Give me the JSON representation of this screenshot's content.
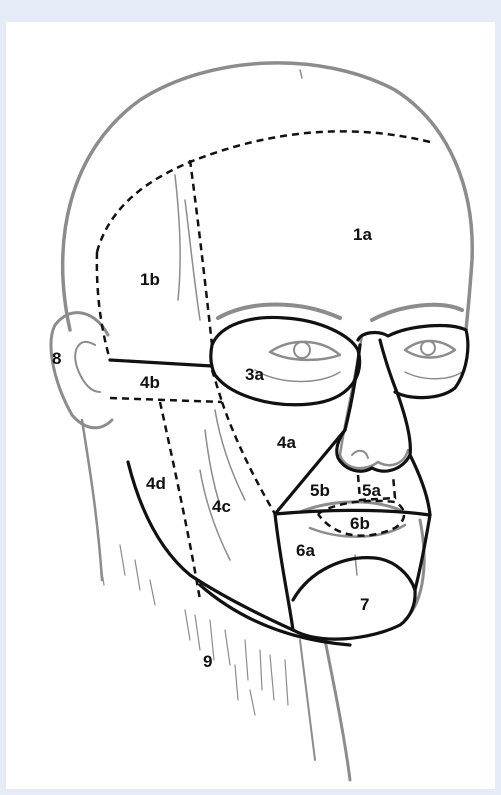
{
  "diagram": {
    "labels": {
      "r1a": "1a",
      "r1b": "1b",
      "r3a": "3a",
      "r4a": "4a",
      "r4b": "4b",
      "r4c": "4c",
      "r4d": "4d",
      "r5a": "5a",
      "r5b": "5b",
      "r6a": "6a",
      "r6b": "6b",
      "r7": "7",
      "r8": "8",
      "r9": "9"
    },
    "colors": {
      "background": "#e6ecf7",
      "panel": "#ffffff",
      "sketch": "#8c8c8c",
      "boundary": "#111111"
    }
  }
}
